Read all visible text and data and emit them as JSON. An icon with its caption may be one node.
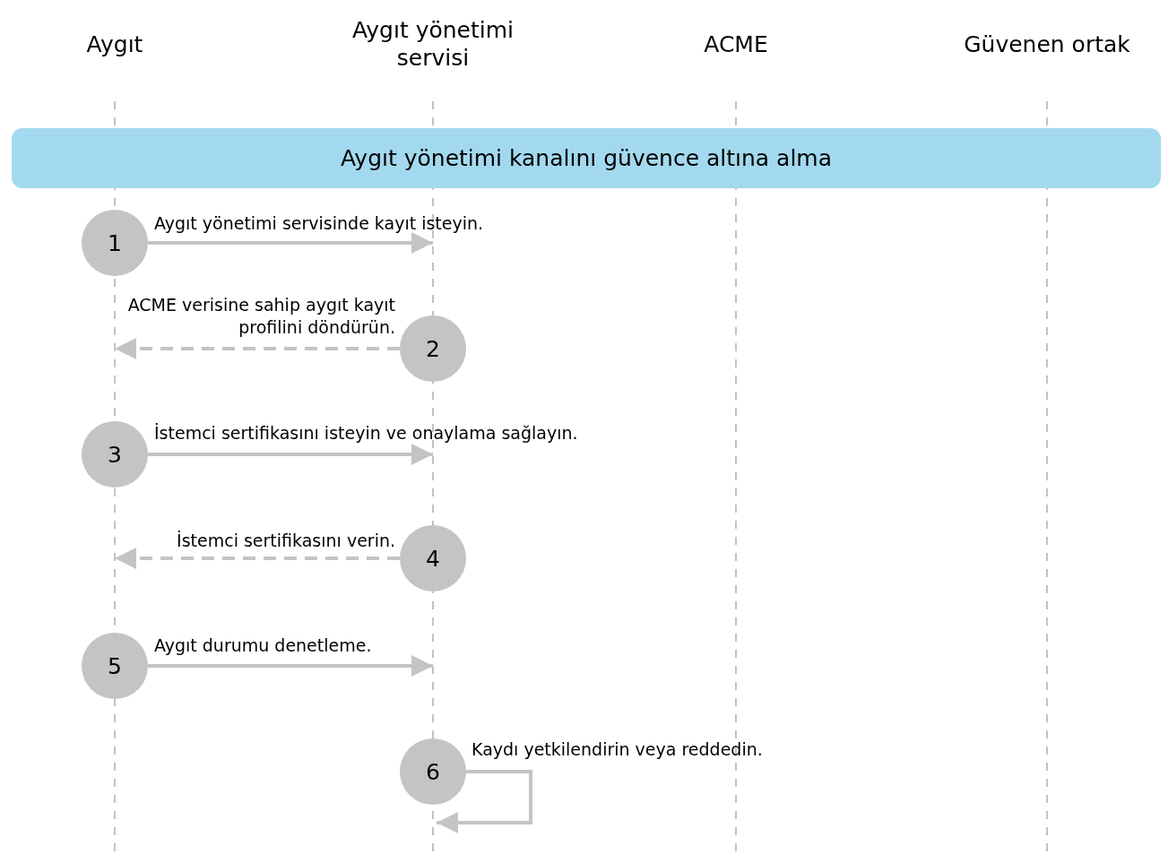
{
  "diagram": {
    "nodes": [
      {
        "text": [
          "Aygıt"
        ]
      },
      {
        "text": [
          "Aygıt yönetimi servisi"
        ]
      },
      {
        "text": [
          "ACME"
        ]
      },
      {
        "text": [
          "Güvenen ortak"
        ]
      },
      {
        "text": [
          "Aygıt yönetimi kanalını güvence altına alma"
        ]
      },
      {
        "text": [
          "1"
        ]
      },
      {
        "text": [
          "2"
        ]
      },
      {
        "text": [
          "3"
        ]
      },
      {
        "text": [
          "4"
        ]
      },
      {
        "text": [
          "5"
        ]
      },
      {
        "text": [
          "6"
        ]
      }
    ],
    "edges": [
      {
        "from": 5,
        "to": null,
        "arrow": "to",
        "label": "Aygıt yönetimi servisinde kayıt isteyin."
      },
      {
        "from": 6,
        "to": null,
        "arrow": "to",
        "style": "dashed",
        "label": "ACME verisine sahip aygıt kayıt profilini döndürün."
      },
      {
        "from": 7,
        "to": null,
        "arrow": "to",
        "label": "İstemci sertifikasını isteyin ve onaylama sağlayın."
      },
      {
        "from": 8,
        "to": null,
        "arrow": "to",
        "style": "dashed",
        "label": "İstemci sertifikasını verin."
      },
      {
        "from": 9,
        "to": null,
        "arrow": "to",
        "label": "Aygıt durumu denetleme."
      },
      {
        "from": 10,
        "to": 10,
        "arrow": "to",
        "label": "Kaydı yetkilendirin veya reddedin."
      }
    ]
  }
}
